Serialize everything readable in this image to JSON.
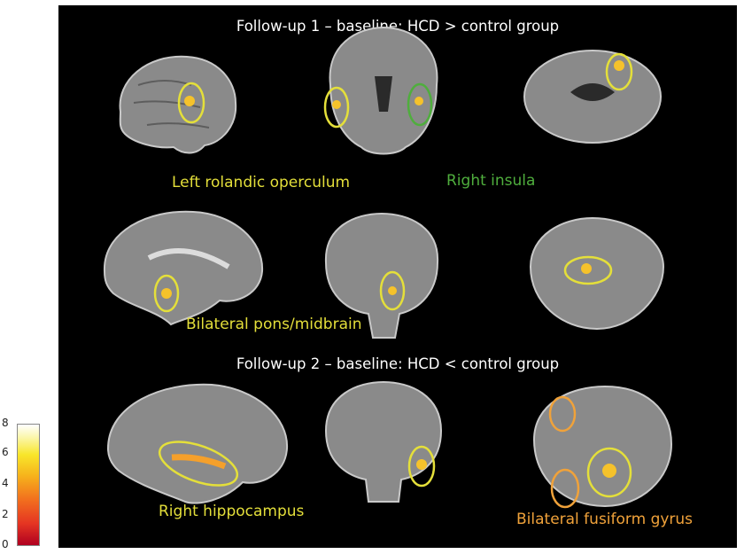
{
  "figure": {
    "title_top": "Follow-up 1 – baseline: HCD > control group",
    "title_bottom": "Follow-up 2 – baseline: HCD < control group",
    "labels": {
      "left_rolandic": "Left rolandic operculum",
      "right_insula": "Right insula",
      "pons": "Bilateral pons/midbrain",
      "hippocampus": "Right hippocampus",
      "fusiform": "Bilateral fusiform gyrus"
    },
    "label_colors": {
      "yellow": "#e4df3a",
      "green": "#4fae3d",
      "orange": "#f0a23a"
    },
    "colorbar": {
      "ticks": [
        "8",
        "6",
        "4",
        "2",
        "0"
      ],
      "colors": [
        "#b00020",
        "#e53522",
        "#f2701e",
        "#f6b41c",
        "#f8e62a",
        "#ffffff"
      ]
    }
  }
}
